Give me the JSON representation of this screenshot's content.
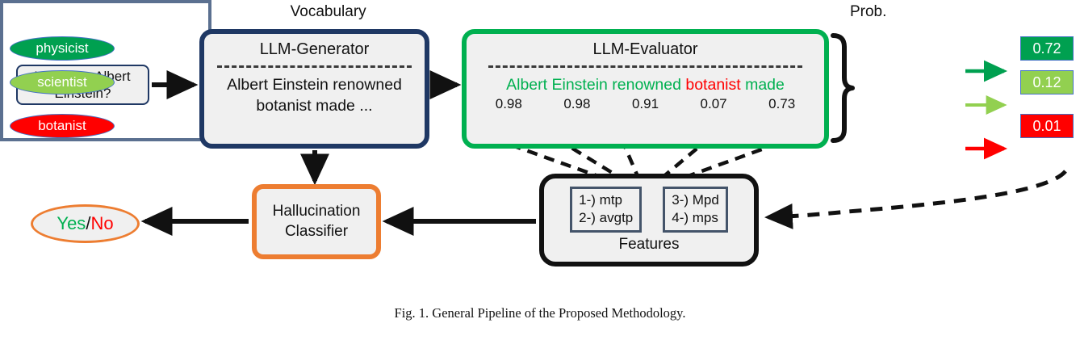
{
  "figure": {
    "caption": "Fig. 1.   General Pipeline of the Proposed Methodology."
  },
  "colors": {
    "generator_border": "#1F3864",
    "evaluator_border": "#00B050",
    "classifier_border": "#ED7D31",
    "features_border": "#111111",
    "panel_border": "#5B7090",
    "node_fill": "#F0F0F0",
    "ok_green": "#00B050",
    "bad_red": "#FF0000",
    "light_green": "#92D050",
    "arrow_black": "#111111"
  },
  "query": {
    "text": "Who was Albert Einstein?"
  },
  "generator": {
    "title": "LLM-Generator",
    "output": "Albert Einstein renowned botanist made ..."
  },
  "evaluator": {
    "title": "LLM-Evaluator",
    "tokens": [
      {
        "word": "Albert",
        "prob": "0.98",
        "status": "ok"
      },
      {
        "word": "Einstein",
        "prob": "0.98",
        "status": "ok"
      },
      {
        "word": "renowned",
        "prob": "0.91",
        "status": "ok"
      },
      {
        "word": "botanist",
        "prob": "0.07",
        "status": "bad"
      },
      {
        "word": "made",
        "prob": "0.73",
        "status": "ok"
      }
    ]
  },
  "vocabulary_panel": {
    "headers": {
      "vocabulary": "Vocabulary",
      "probability": "Prob."
    },
    "rows": [
      {
        "token": "physicist",
        "prob": "0.72",
        "color": "#00A050"
      },
      {
        "token": "scientist",
        "prob": "0.12",
        "color": "#92D050"
      },
      {
        "token": "...",
        "prob": "...",
        "color": ""
      },
      {
        "token": "botanist",
        "prob": "0.01",
        "color": "#FF0000"
      }
    ]
  },
  "features": {
    "label": "Features",
    "left_group": [
      "1-) mtp",
      "2-) avgtp"
    ],
    "right_group": [
      "3-) Mpd",
      "4-) mps"
    ]
  },
  "classifier": {
    "line1": "Hallucination",
    "line2": "Classifier"
  },
  "verdict": {
    "yes": "Yes",
    "separator": "/",
    "no": "No"
  }
}
